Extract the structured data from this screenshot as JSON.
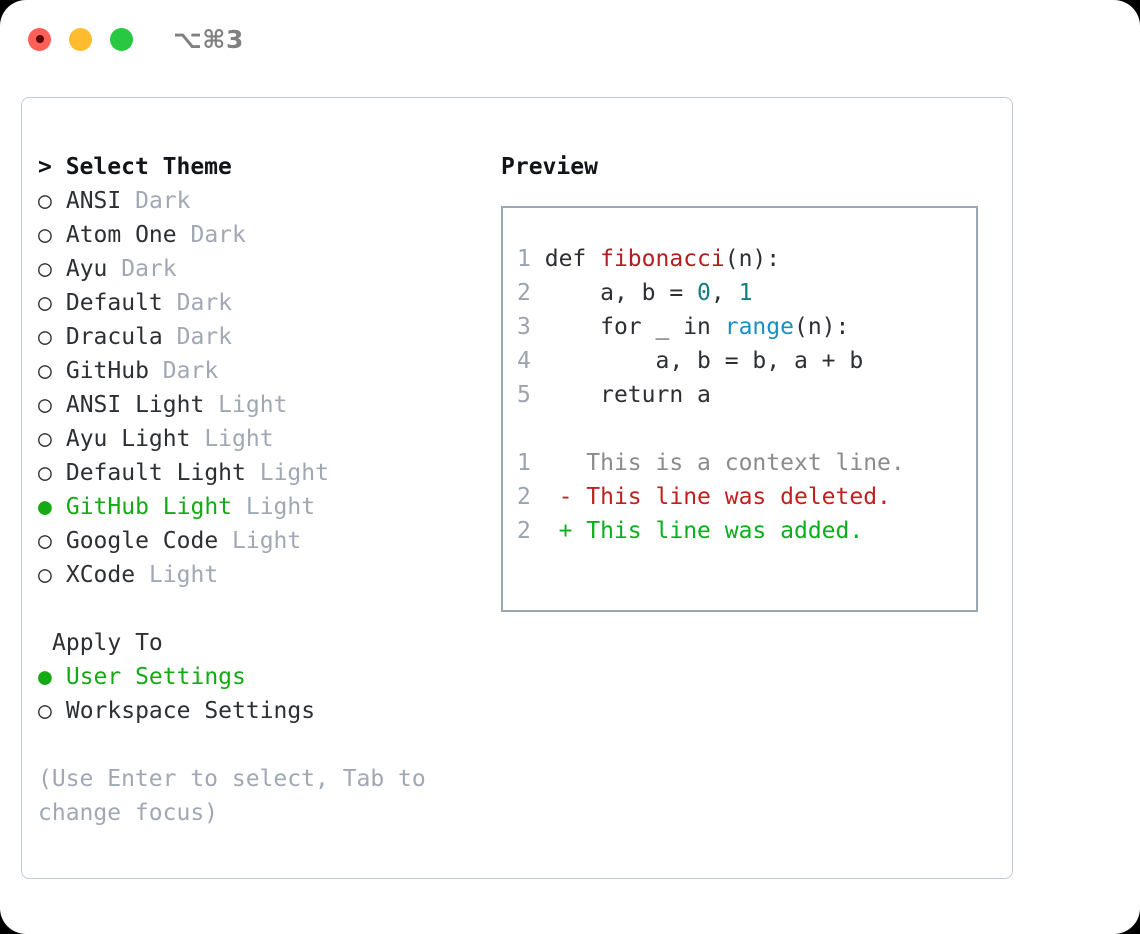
{
  "titlebar": {
    "shortcut": "⌥⌘3",
    "lights": [
      "close-red",
      "minimize-yellow",
      "maximize-green"
    ]
  },
  "theme_picker": {
    "heading_prefix": "> ",
    "heading": "Select Theme",
    "bullet_unselected": "○",
    "bullet_selected": "●",
    "items": [
      {
        "bullet": "○",
        "label": "ANSI",
        "tag": "Dark",
        "selected": false
      },
      {
        "bullet": "○",
        "label": "Atom One",
        "tag": "Dark",
        "selected": false
      },
      {
        "bullet": "○",
        "label": "Ayu",
        "tag": "Dark",
        "selected": false
      },
      {
        "bullet": "○",
        "label": "Default",
        "tag": "Dark",
        "selected": false
      },
      {
        "bullet": "○",
        "label": "Dracula",
        "tag": "Dark",
        "selected": false
      },
      {
        "bullet": "○",
        "label": "GitHub",
        "tag": "Dark",
        "selected": false
      },
      {
        "bullet": "○",
        "label": "ANSI Light",
        "tag": "Light",
        "selected": false
      },
      {
        "bullet": "○",
        "label": "Ayu Light",
        "tag": "Light",
        "selected": false
      },
      {
        "bullet": "○",
        "label": "Default Light",
        "tag": "Light",
        "selected": false
      },
      {
        "bullet": "●",
        "label": "GitHub Light",
        "tag": "Light",
        "selected": true
      },
      {
        "bullet": "○",
        "label": "Google Code",
        "tag": "Light",
        "selected": false
      },
      {
        "bullet": "○",
        "label": "XCode",
        "tag": "Light",
        "selected": false
      }
    ]
  },
  "apply_to": {
    "heading": "Apply To",
    "items": [
      {
        "bullet": "●",
        "label": "User Settings",
        "selected": true
      },
      {
        "bullet": "○",
        "label": "Workspace Settings",
        "selected": false
      }
    ]
  },
  "hint": "(Use Enter to select, Tab to change focus)",
  "preview": {
    "heading": "Preview",
    "code_lines": [
      {
        "num": "1",
        "parts": [
          {
            "t": "def ",
            "c": "plain"
          },
          {
            "t": "fibonacci",
            "c": "tok-fn"
          },
          {
            "t": "(n):",
            "c": "plain"
          }
        ]
      },
      {
        "num": "2",
        "parts": [
          {
            "t": "    a, b = ",
            "c": "plain"
          },
          {
            "t": "0",
            "c": "tok-num"
          },
          {
            "t": ", ",
            "c": "plain"
          },
          {
            "t": "1",
            "c": "tok-num"
          }
        ]
      },
      {
        "num": "3",
        "parts": [
          {
            "t": "    for _ in ",
            "c": "plain"
          },
          {
            "t": "range",
            "c": "tok-call"
          },
          {
            "t": "(n):",
            "c": "plain"
          }
        ]
      },
      {
        "num": "4",
        "parts": [
          {
            "t": "        a, b = b, a + b",
            "c": "plain"
          }
        ]
      },
      {
        "num": "5",
        "parts": [
          {
            "t": "    return a",
            "c": "plain"
          }
        ]
      }
    ],
    "diff_lines": [
      {
        "num": "1",
        "marker": "  ",
        "text": "This is a context line.",
        "kind": "diff-ctx"
      },
      {
        "num": "2",
        "marker": "- ",
        "text": "This line was deleted.",
        "kind": "diff-del"
      },
      {
        "num": "2",
        "marker": "+ ",
        "text": "This line was added.",
        "kind": "diff-add"
      }
    ]
  },
  "colors": {
    "accent_green": "#16a916",
    "muted_grey": "#a0a8b4",
    "panel_border": "#c3c9d4",
    "preview_border": "#9aa7b4",
    "fn_red": "#b02020",
    "num_teal": "#0f7f80",
    "call_blue": "#1a8fc4",
    "diff_del_red": "#c41f1f",
    "diff_add_green": "#0aaf1e"
  }
}
